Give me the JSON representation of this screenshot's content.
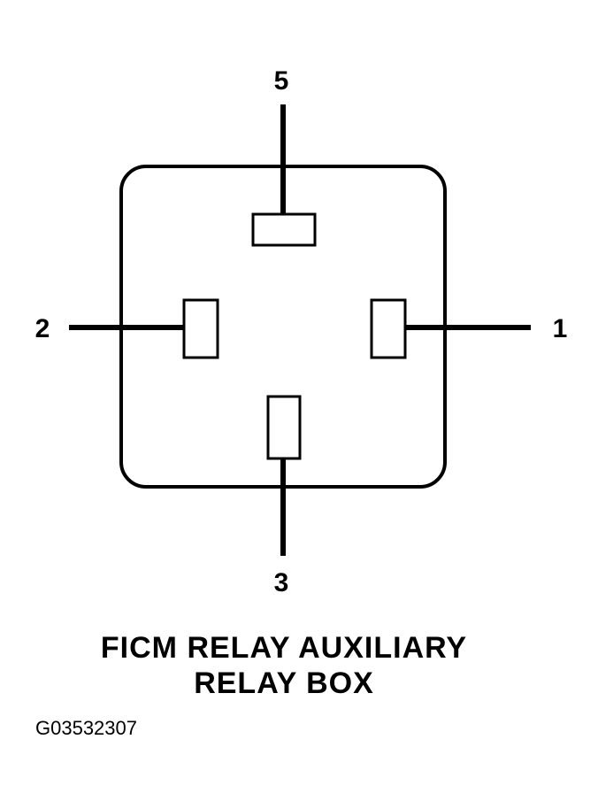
{
  "diagram": {
    "pins": {
      "pin_5": "5",
      "pin_2": "2",
      "pin_1": "1",
      "pin_3": "3"
    },
    "caption": {
      "line1": "FICM RELAY AUXILIARY",
      "line2": "RELAY BOX"
    },
    "figure_id": "G03532307"
  }
}
